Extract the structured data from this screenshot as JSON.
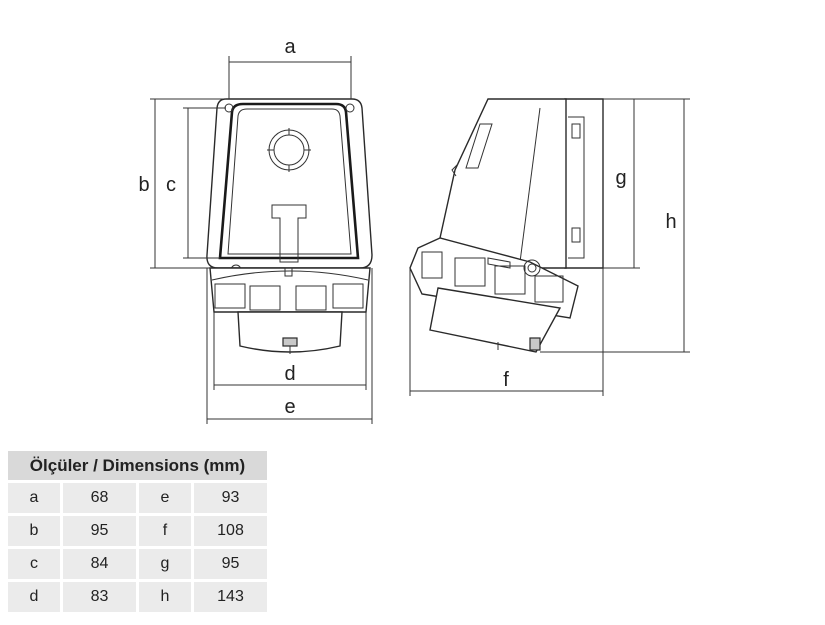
{
  "labels": {
    "a": "a",
    "b": "b",
    "c": "c",
    "d": "d",
    "e": "e",
    "f": "f",
    "g": "g",
    "h": "h"
  },
  "table": {
    "title": "Ölçüler / Dimensions (mm)",
    "rows": [
      [
        {
          "k": "a",
          "v": "68"
        },
        {
          "k": "e",
          "v": "93"
        }
      ],
      [
        {
          "k": "b",
          "v": "95"
        },
        {
          "k": "f",
          "v": "108"
        }
      ],
      [
        {
          "k": "c",
          "v": "84"
        },
        {
          "k": "g",
          "v": "95"
        }
      ],
      [
        {
          "k": "d",
          "v": "83"
        },
        {
          "k": "h",
          "v": "143"
        }
      ]
    ]
  },
  "colors": {
    "line": "#2a2a2a",
    "table_header": "#d9d9d9",
    "table_cell": "#ebebeb"
  }
}
